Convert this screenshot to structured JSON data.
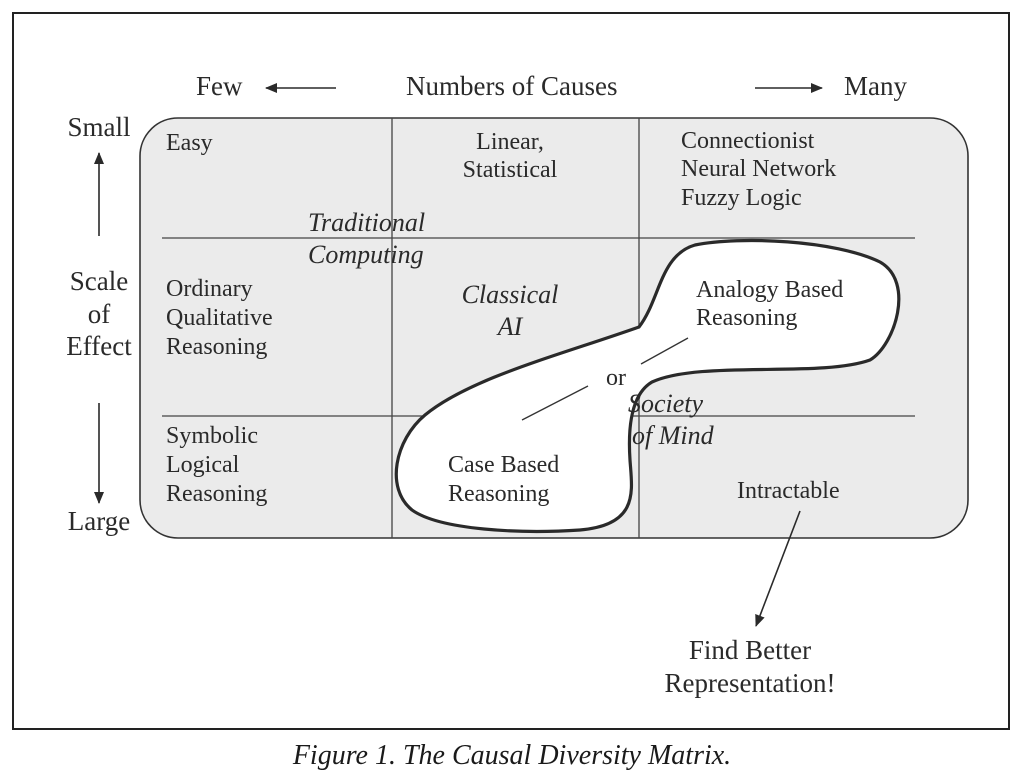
{
  "top_axis": {
    "left": "Few",
    "title": "Numbers of Causes",
    "right": "Many"
  },
  "side_axis": {
    "top": "Small",
    "title_line1": "Scale",
    "title_line2": "of",
    "title_line3": "Effect",
    "bottom": "Large"
  },
  "cells": {
    "easy": "Easy",
    "linear_l1": "Linear,",
    "linear_l2": "Statistical",
    "conn_l1": "Connectionist",
    "conn_l2": "Neural Network",
    "conn_l3": "Fuzzy Logic",
    "ordinary_l1": "Ordinary",
    "ordinary_l2": "Qualitative",
    "ordinary_l3": "Reasoning",
    "symbolic_l1": "Symbolic",
    "symbolic_l2": "Logical",
    "symbolic_l3": "Reasoning",
    "intractable": "Intractable"
  },
  "overlays": {
    "traditional_l1": "Traditional",
    "traditional_l2": "Computing",
    "classical_l1": "Classical",
    "classical_l2": "AI",
    "analogy_l1": "Analogy Based",
    "analogy_l2": "Reasoning",
    "or": "or",
    "case_l1": "Case Based",
    "case_l2": "Reasoning",
    "society_l1": "Society",
    "society_l2": "of Mind"
  },
  "outcome": {
    "line1": "Find Better",
    "line2": "Representation!"
  },
  "caption": "Figure 1. The Causal Diversity Matrix.",
  "colors": {
    "matrix_fill": "#ebebeb",
    "blob_fill": "#ffffff",
    "ink": "#2a2a2a"
  }
}
